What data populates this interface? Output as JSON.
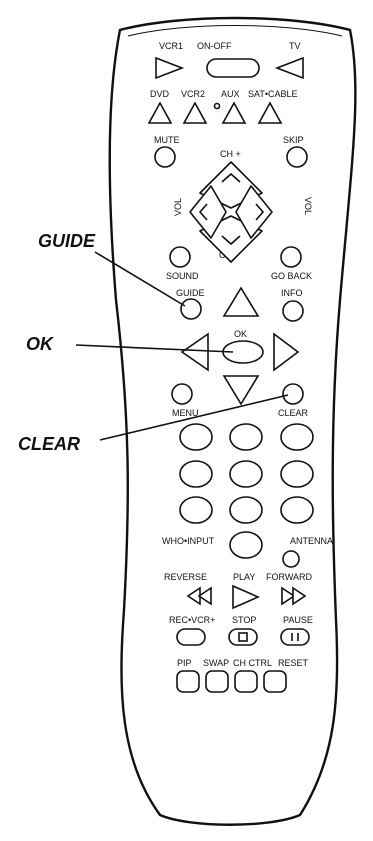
{
  "callouts": {
    "guide": "GUIDE",
    "ok": "OK",
    "clear": "CLEAR"
  },
  "labels": {
    "vcr1": "VCR1",
    "on_off": "ON-OFF",
    "tv": "TV",
    "dvd": "DVD",
    "vcr2": "VCR2",
    "aux": "AUX",
    "sat_cable": "SAT•CABLE",
    "mute": "MUTE",
    "skip": "SKIP",
    "ch_plus": "CH +",
    "ch_minus": "CH -",
    "vol_left": "VOL",
    "vol_right": "VOL",
    "sound": "SOUND",
    "go_back": "GO BACK",
    "guide": "GUIDE",
    "info": "INFO",
    "ok": "OK",
    "menu": "MENU",
    "clear": "CLEAR",
    "who_input": "WHO•INPUT",
    "antenna": "ANTENNA",
    "reverse": "REVERSE",
    "play": "PLAY",
    "forward": "FORWARD",
    "rec_vcr": "REC•VCR+",
    "stop": "STOP",
    "pause": "PAUSE",
    "pip": "PIP",
    "swap": "SWAP",
    "ch_ctrl": "CH CTRL",
    "reset": "RESET"
  }
}
